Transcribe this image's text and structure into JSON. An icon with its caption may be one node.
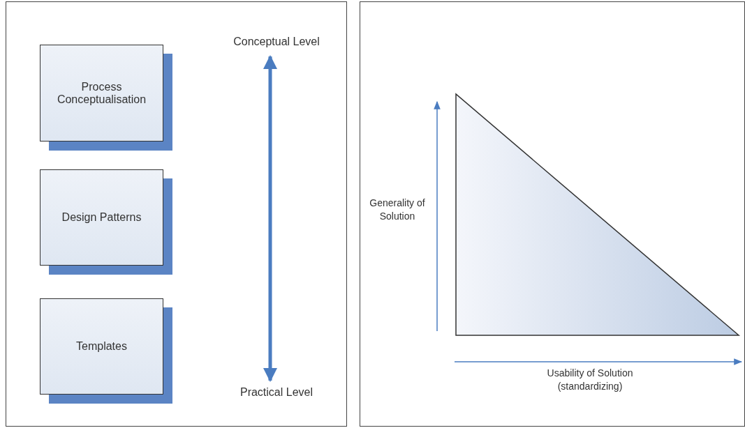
{
  "diagram": {
    "nodes": [
      {
        "text": [],
        "shape": "box"
      },
      {
        "text": [],
        "shape": "box"
      },
      {
        "text": [
          "Process Conceptualisation"
        ],
        "in": 0
      },
      {
        "text": [
          "Design Patterns"
        ],
        "in": 0
      },
      {
        "text": [
          "Templates"
        ],
        "in": 0
      },
      {
        "text": [
          "Conceptual Level"
        ],
        "in": 0
      },
      {
        "text": [
          "Practical Level"
        ],
        "in": 0
      },
      {
        "text": [],
        "shape": "triangle",
        "in": 1
      }
    ],
    "edges": [
      {
        "from": 6,
        "to": 5,
        "arrow": "both"
      }
    ],
    "labels": [
      "Generality of Solution",
      "Usability of Solution (standardizing)"
    ]
  }
}
